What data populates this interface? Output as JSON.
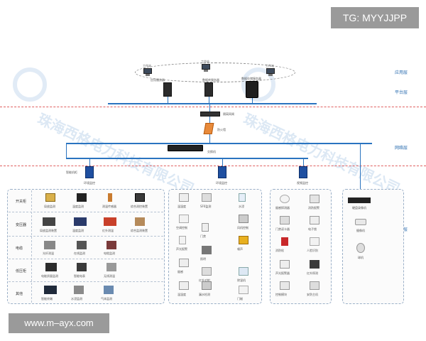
{
  "badges": {
    "tg": "TG: MYYJJPP",
    "url": "www.m–ayx.com"
  },
  "watermark": [
    "珠海西格电力科技有限公司",
    "珠海西格电力科技有限公司"
  ],
  "layers": {
    "application": "应用层",
    "platform": "平台层",
    "network": "网络层",
    "perception": "感知层"
  },
  "top": {
    "workstations": [
      "工作站",
      "工作站",
      "工作站"
    ],
    "servers": [
      "应用服务器",
      "数据库服务器",
      "数据存储服务器"
    ]
  },
  "network": {
    "gateway": "隔离网闸",
    "firewall": "防火墙",
    "switch": "交换机",
    "cabinets": [
      "智能机柜",
      "环境监控",
      "环境监控",
      "视频监控"
    ]
  },
  "panel1": {
    "rows": [
      "开关柜",
      "变压器",
      "电缆",
      "低压柜",
      "其他"
    ],
    "devices": [
      [
        "局放监测",
        "温度监测",
        "测温传感器",
        "综合测控装置"
      ],
      [
        "局放监测装置",
        "温度监测",
        "红外测温",
        "综合监测装置"
      ],
      [
        "光纤测温",
        "在线监测",
        "电缆监测"
      ],
      [
        "电能质量监测",
        "智能电表",
        "无线测温"
      ],
      [
        "智能终端",
        "水浸监测",
        "气体监测"
      ]
    ]
  },
  "panel2": {
    "devices": [
      [
        "温湿度",
        "SF6监测",
        "水浸"
      ],
      [
        "空调控制",
        "风机控制",
        "门禁"
      ],
      [
        "声光报警",
        "噪声",
        "照明"
      ],
      [
        "烟感",
        "红外对射",
        "除湿机"
      ],
      [
        "温湿度",
        "漏水检测",
        "门磁"
      ]
    ]
  },
  "panel3": {
    "devices": [
      [
        "烟感探测器",
        "消防报警"
      ],
      [
        "门禁读卡器",
        "电子锁"
      ],
      [
        "消防栓",
        "人脸识别"
      ],
      [
        "声光报警器",
        "红外探测"
      ],
      [
        "控制模块",
        "安防主机"
      ]
    ]
  },
  "panel4": {
    "devices": [
      "硬盘录像机",
      "摄像机",
      "球机"
    ]
  }
}
